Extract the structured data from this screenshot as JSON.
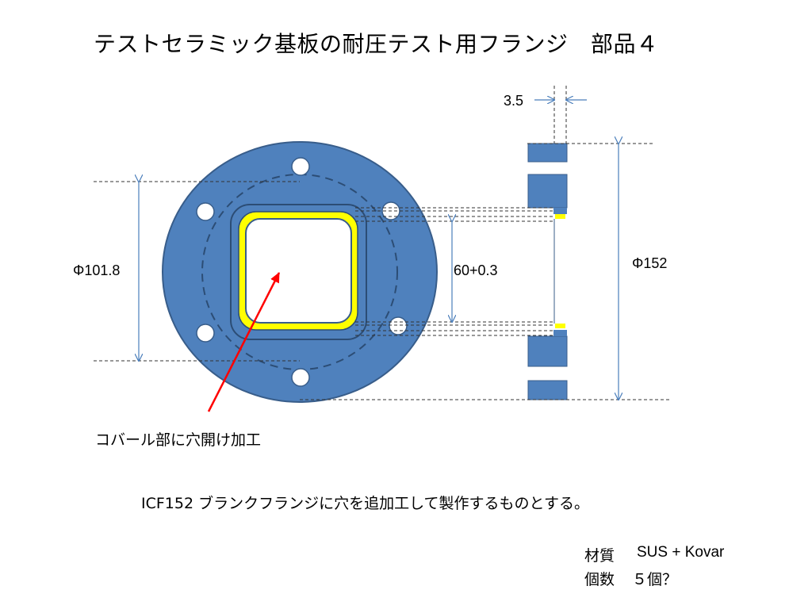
{
  "title": "テストセラミック基板の耐圧テスト用フランジ　部品４",
  "dimensions": {
    "thickness": "3.5",
    "bolt_circle": "Φ101.8",
    "window": "60+0.3",
    "outer": "Φ152"
  },
  "callout": "コバール部に穴開け加工",
  "note": "ICF152 ブランクフランジに穴を追加工して製作するものとする。",
  "spec": {
    "material_label": "材質",
    "material_value": "SUS + Kovar",
    "count_label": "個数",
    "count_value": "５個？"
  },
  "colors": {
    "flange_fill": "#4f81bd",
    "flange_stroke": "#385d8a",
    "kovar_highlight": "#ffff00",
    "arrow": "#ff0000",
    "dimension_line": "#4a7ebb"
  }
}
